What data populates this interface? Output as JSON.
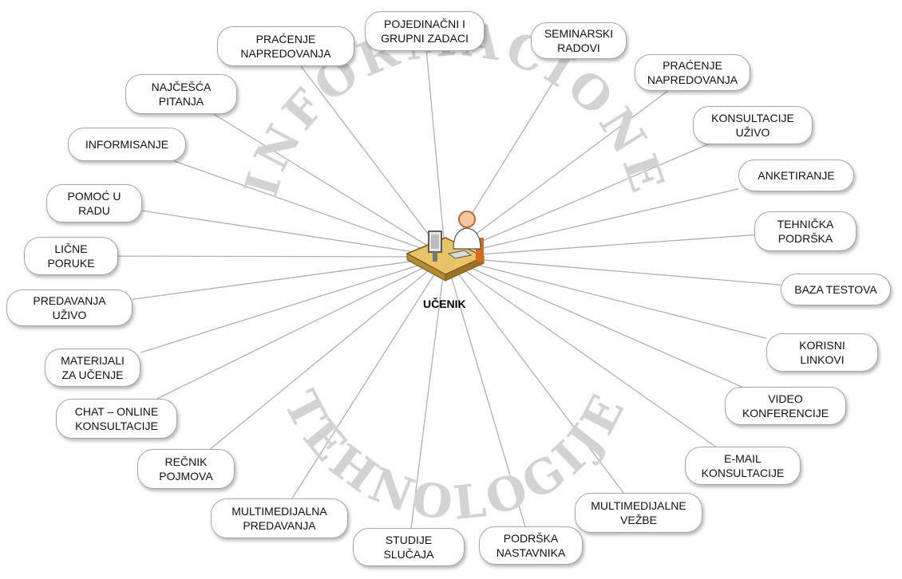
{
  "diagram": {
    "center_label": "UČENIK",
    "arc_top_text": "INFORMACIONE",
    "arc_bottom_text": "TEHNOLOGIJE",
    "line_color": "#b0b0b0",
    "arc_text_color": "#d3d3d3",
    "nodes": [
      {
        "id": "pojedinacni",
        "label": "POJEDINAČNI I\nGRUPNI ZADACI"
      },
      {
        "id": "seminarski",
        "label": "SEMINARSKI\nRADOVI"
      },
      {
        "id": "pracenje-right",
        "label": "PRAĆENJE\nNAPREDOVANJA"
      },
      {
        "id": "konsultacije-uzivo",
        "label": "KONSULTACIJE\nUŽIVO"
      },
      {
        "id": "anketiranje",
        "label": "ANKETIRANJE"
      },
      {
        "id": "tehnicka",
        "label": "TEHNIČKA\nPODRŠKA"
      },
      {
        "id": "baza",
        "label": "BAZA TESTOVA"
      },
      {
        "id": "korisni",
        "label": "KORISNI\nLINKOVI"
      },
      {
        "id": "video",
        "label": "VIDEO\nKONFERENCIJE"
      },
      {
        "id": "email",
        "label": "E-MAIL\nKONSULTACIJE"
      },
      {
        "id": "mm-vezbe",
        "label": "MULTIMEDIJALNE\nVEŽBE"
      },
      {
        "id": "podrska-nast",
        "label": "PODRŠKA\nNASTAVNIKA"
      },
      {
        "id": "studije",
        "label": "STUDIJE\nSLUČAJA"
      },
      {
        "id": "mm-predavanja",
        "label": "MULTIMEDIJALNA\nPREDAVANJA"
      },
      {
        "id": "recnik",
        "label": "REČNIK\nPOJMOVA"
      },
      {
        "id": "chat",
        "label": "CHAT – ONLINE\nKONSULTACIJE"
      },
      {
        "id": "materijali",
        "label": "MATERIJALI\nZA UČENJE"
      },
      {
        "id": "predavanja-uzivo",
        "label": "PREDAVANJA\nUŽIVO"
      },
      {
        "id": "licne",
        "label": "LIČNE\nPORUKE"
      },
      {
        "id": "pomoc",
        "label": "POMOĆ U\nRADU"
      },
      {
        "id": "informisanje",
        "label": "INFORMISANJE"
      },
      {
        "id": "najcesca",
        "label": "NAJČEŠĆA\nPITANJA"
      },
      {
        "id": "pracenje-left",
        "label": "PRAĆENJE\nNAPREDOVANJA"
      }
    ]
  }
}
